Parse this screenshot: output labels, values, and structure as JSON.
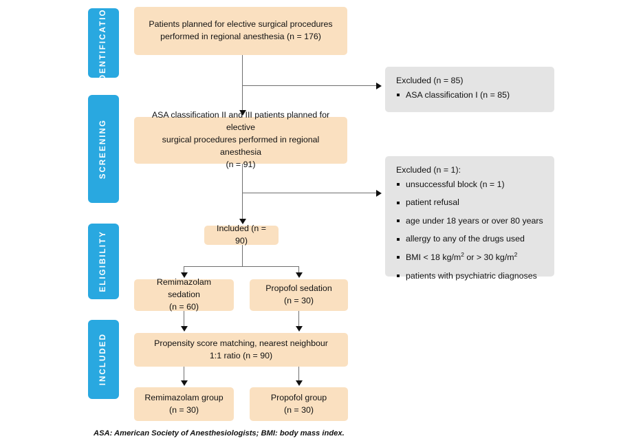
{
  "figure": {
    "type": "study-flow-diagram",
    "colors": {
      "stage_tab": "#29A8E0",
      "flow_box": "#FAE0C0",
      "excluded_box": "#E4E4E4",
      "connector": "#6E6E6E",
      "text": "#111111",
      "background": "#FFFFFF"
    }
  },
  "stages": [
    {
      "id": "identification",
      "label": "IDENTIFICATION"
    },
    {
      "id": "screening",
      "label": "SCREENING"
    },
    {
      "id": "eligibility",
      "label": "ELIGIBILITY"
    },
    {
      "id": "included",
      "label": "INCLUDED"
    }
  ],
  "boxes": {
    "identified": {
      "text": "Patients planned for elective surgical procedures\nperformed in regional anesthesia (n = 176)",
      "n": 176
    },
    "screened": {
      "text": "ASA classification II and III patients planned for elective\nsurgical procedures performed in regional anesthesia\n(n = 91)",
      "n": 91
    },
    "included": {
      "text": "Included (n = 90)",
      "n": 90
    },
    "remimazolam_sedation": {
      "text": "Remimazolam sedation\n(n = 60)",
      "n": 60
    },
    "propofol_sedation": {
      "text": "Propofol sedation\n(n = 30)",
      "n": 30
    },
    "matching": {
      "text": "Propensity score matching, nearest neighbour\n1:1 ratio (n = 90)",
      "n": 90
    },
    "remimazolam_group": {
      "text": "Remimazolam group\n(n = 30)",
      "n": 30
    },
    "propofol_group": {
      "text": "Propofol group\n(n = 30)",
      "n": 30
    }
  },
  "excluded": {
    "first": {
      "title": "Excluded (n = 85)",
      "items": [
        "ASA classification I (n = 85)"
      ]
    },
    "second": {
      "title": "Excluded (n = 1):",
      "items": [
        "unsuccessful block (n = 1)",
        "patient refusal",
        "age under 18 years or over 80 years",
        "allergy to any of the drugs used",
        "BMI < 18 kg/m² or > 30 kg/m²",
        "patients with psychiatric diagnoses"
      ]
    }
  },
  "footnote": {
    "text": "ASA: American Society of Anesthesiologists; BMI: body mass index."
  }
}
